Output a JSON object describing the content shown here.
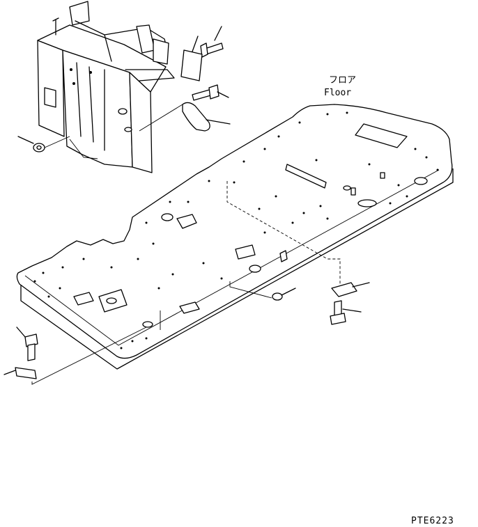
{
  "diagram": {
    "label_jp": "フロア",
    "label_en": "Floor",
    "drawing_code": "PTE6223"
  }
}
